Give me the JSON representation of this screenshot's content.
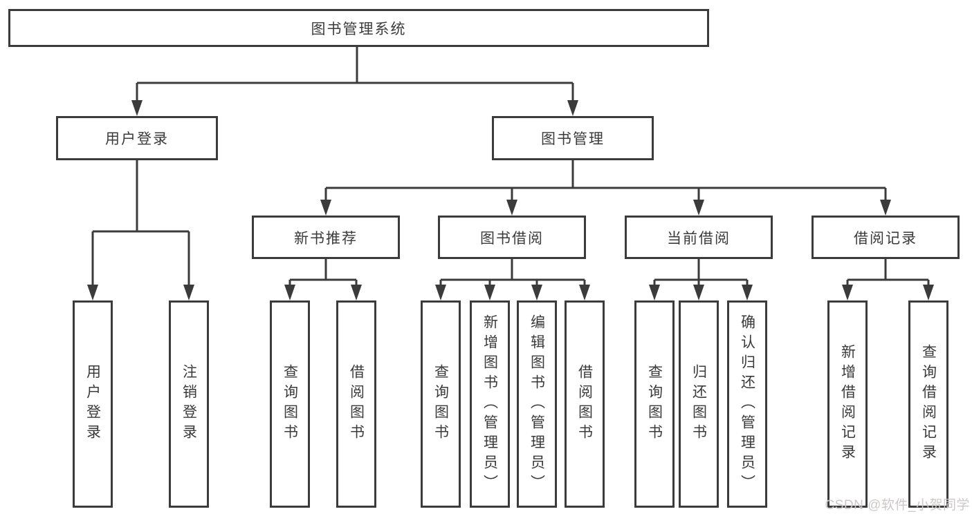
{
  "diagram": {
    "root": "图书管理系统",
    "level2": {
      "user_login": "用户登录",
      "book_mgmt": "图书管理"
    },
    "user_login_children": {
      "user_login": "用户登录",
      "logout": "注销登录"
    },
    "book_mgmt_children": {
      "new_book_rec": "新书推荐",
      "book_borrow": "图书借阅",
      "current_borrow": "当前借阅",
      "borrow_record": "借阅记录"
    },
    "new_book_rec_children": {
      "query_book": "查询图书",
      "borrow_book": "借阅图书"
    },
    "book_borrow_children": {
      "query_book": "查询图书",
      "add_book": "新增图书（管理员）",
      "edit_book": "编辑图书（管理员）",
      "borrow_book": "借阅图书"
    },
    "current_borrow_children": {
      "query_book": "查询图书",
      "return_book": "归还图书",
      "confirm_return": "确认归还（管理员）"
    },
    "borrow_record_children": {
      "add_record": "新增借阅记录",
      "query_record": "查询借阅记录"
    }
  },
  "watermark": {
    "text": "CSDN @软件_小贺同学"
  },
  "colors": {
    "line": "#3b3b3b",
    "text": "#3a3a3a",
    "box_bg": "#ffffff",
    "background": "#ffffff",
    "watermark": "#ccc8c8"
  }
}
